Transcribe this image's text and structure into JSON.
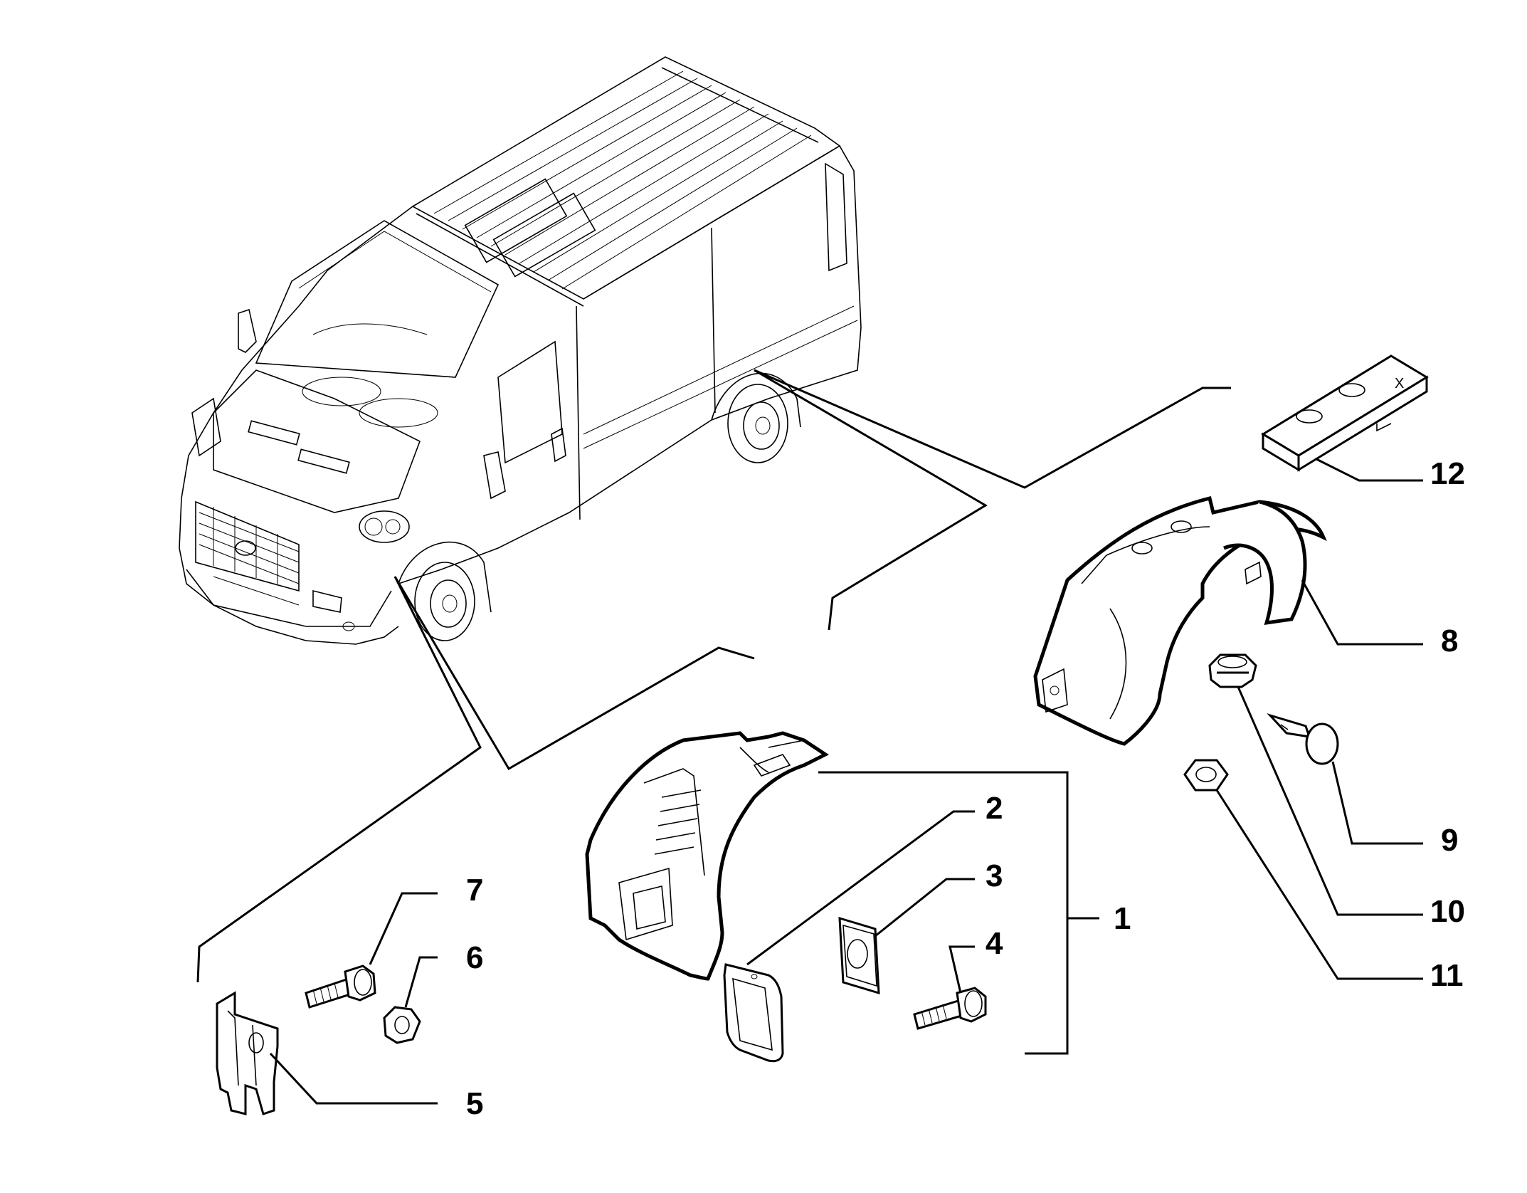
{
  "diagram": {
    "callouts": [
      {
        "id": "1",
        "label": "1"
      },
      {
        "id": "2",
        "label": "2"
      },
      {
        "id": "3",
        "label": "3"
      },
      {
        "id": "4",
        "label": "4"
      },
      {
        "id": "5",
        "label": "5"
      },
      {
        "id": "6",
        "label": "6"
      },
      {
        "id": "7",
        "label": "7"
      },
      {
        "id": "8",
        "label": "8"
      },
      {
        "id": "9",
        "label": "9"
      },
      {
        "id": "10",
        "label": "10"
      },
      {
        "id": "11",
        "label": "11"
      },
      {
        "id": "12",
        "label": "12"
      }
    ],
    "marks": {
      "plate_mark": "X"
    }
  }
}
